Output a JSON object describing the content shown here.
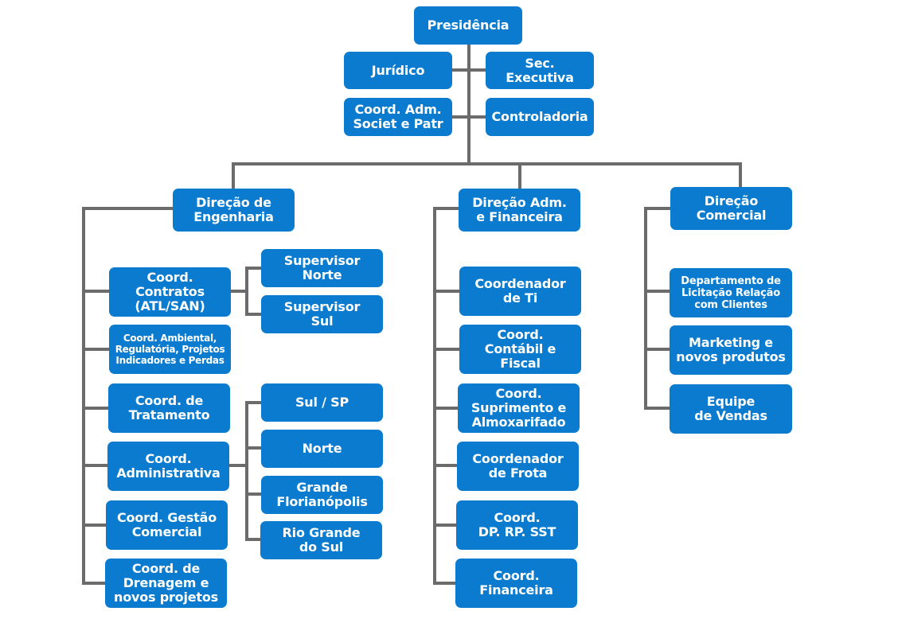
{
  "org": {
    "presidencia": "Presidência",
    "juridico": "Jurídico",
    "sec_executiva": "Sec. Executiva",
    "coord_adm_societ": "Coord. Adm.\nSociet e Patr",
    "controladoria": "Controladoria",
    "direcao_engenharia": "Direção de\nEngenharia",
    "direcao_adm_fin": "Direção Adm.\ne Financeira",
    "direcao_comercial": "Direção\nComercial",
    "engenharia": {
      "coord_contratos": "Coord.\nContratos\n(ATL/SAN)",
      "supervisor_norte": "Supervisor\nNorte",
      "supervisor_sul": "Supervisor\nSul",
      "coord_ambiental": "Coord. Ambiental,\nRegulatória, Projetos\nIndicadores e Perdas",
      "coord_tratamento": "Coord. de\nTratamento",
      "coord_administrativa": "Coord.\nAdministrativa",
      "sul_sp": "Sul / SP",
      "norte": "Norte",
      "grande_florianopolis": "Grande\nFlorianópolis",
      "rio_grande_do_sul": "Rio Grande\ndo Sul",
      "coord_gestao_comercial": "Coord. Gestão\nComercial",
      "coord_drenagem": "Coord. de\nDrenagem e\nnovos projetos"
    },
    "adm_fin": {
      "coordenador_ti": "Coordenador\nde Ti",
      "coord_contabil": "Coord.\nContábil e Fiscal",
      "coord_suprimento": "Coord.\nSuprimento e\nAlmoxarifado",
      "coordenador_frota": "Coordenador\nde Frota",
      "coord_dp": "Coord.\nDP. RP. SST",
      "coord_financeira": "Coord.\nFinanceira"
    },
    "comercial": {
      "departamento_licitacao": "Departamento de\nLicitação Relação\ncom Clientes",
      "marketing": "Marketing e\nnovos produtos",
      "equipe_vendas": "Equipe\nde Vendas"
    }
  },
  "colors": {
    "box": "#0a7bcf",
    "line": "#6b6b6b",
    "text": "#ffffff"
  }
}
